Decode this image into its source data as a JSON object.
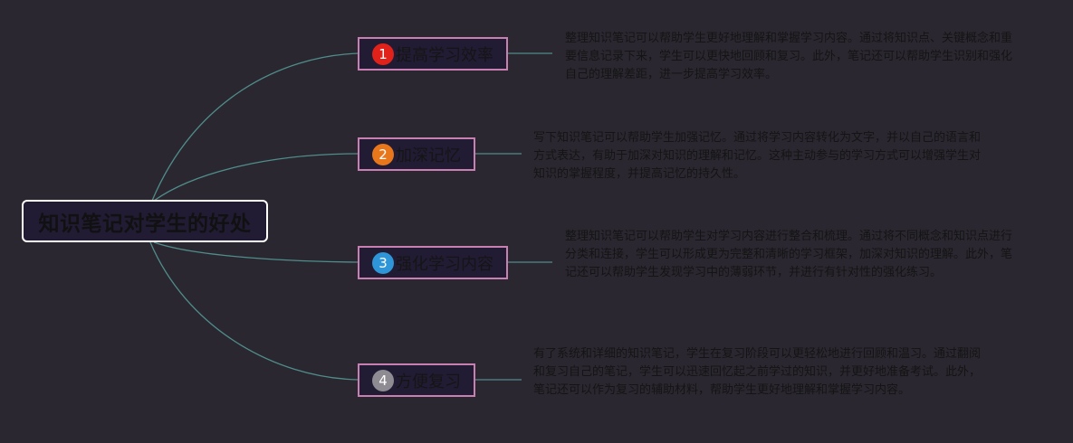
{
  "colors": {
    "background": "#2b2730",
    "node_fill": "#221b34",
    "branch_border": "#c87fb2",
    "root_border": "#ffffff",
    "connector": "#4f8d8a"
  },
  "root": {
    "label": "知识笔记对学生的好处"
  },
  "branches": [
    {
      "number": "1",
      "badge_color": "#e0221b",
      "label": "提高学习效率",
      "description": "整理知识笔记可以帮助学生更好地理解和掌握学习内容。通过将知识点、关键概念和重要信息记录下来，学生可以更快地回顾和复习。此外，笔记还可以帮助学生识别和强化自己的理解差距，进一步提高学习效率。"
    },
    {
      "number": "2",
      "badge_color": "#e8761b",
      "label": "加深记忆",
      "description": "写下知识笔记可以帮助学生加强记忆。通过将学习内容转化为文字，并以自己的语言和方式表达，有助于加深对知识的理解和记忆。这种主动参与的学习方式可以增强学生对知识的掌握程度，并提高记忆的持久性。"
    },
    {
      "number": "3",
      "badge_color": "#2e96d8",
      "label": "强化学习内容",
      "description": "整理知识笔记可以帮助学生对学习内容进行整合和梳理。通过将不同概念和知识点进行分类和连接，学生可以形成更为完整和清晰的学习框架，加深对知识的理解。此外，笔记还可以帮助学生发现学习中的薄弱环节，并进行有针对性的强化练习。"
    },
    {
      "number": "4",
      "badge_color": "#8e8c92",
      "label": "方便复习",
      "description": "有了系统和详细的知识笔记，学生在复习阶段可以更轻松地进行回顾和温习。通过翻阅和复习自己的笔记，学生可以迅速回忆起之前学过的知识，并更好地准备考试。此外，笔记还可以作为复习的辅助材料，帮助学生更好地理解和掌握学习内容。"
    }
  ]
}
